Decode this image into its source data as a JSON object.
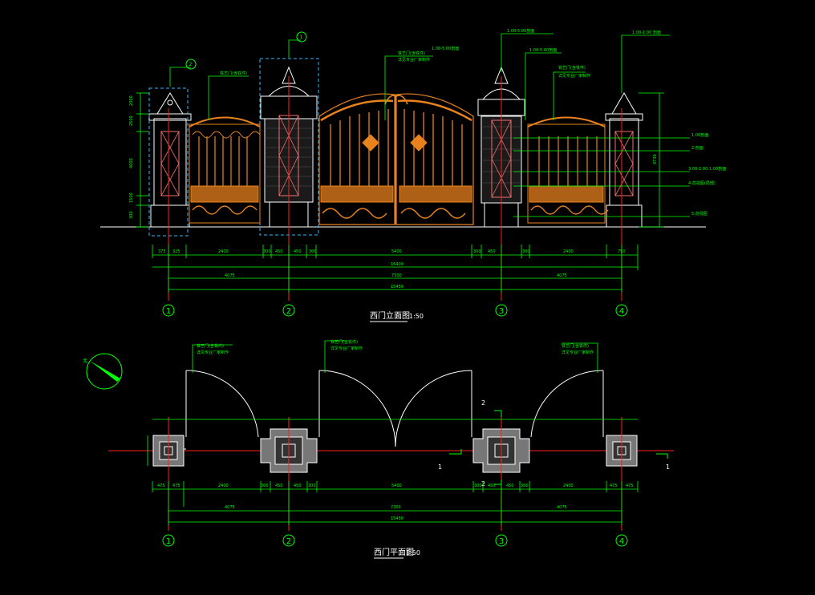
{
  "colors": {
    "background": "#000000",
    "dimension": "#00ff00",
    "axis": "#ff2020",
    "outline": "#ffffff",
    "ironwork": "#e8821e",
    "selection": "#35b6ff"
  },
  "elevation": {
    "title": "西门立面图",
    "scale": "1:50",
    "dims_row1": [
      "375",
      "325",
      "2400",
      "300",
      "450",
      "450",
      "300",
      "5400",
      "300",
      "450",
      "300",
      "2400",
      "750"
    ],
    "dims_row2": [
      "16400"
    ],
    "dims_row3": [
      "4075",
      "7300",
      "4075"
    ],
    "dims_row4": [
      "15450"
    ],
    "annotations_right": [
      "1:00剖面",
      "2:剖面",
      "3:00-1:00-1:00剖面",
      "4:前视图(局部)",
      "5:前视图"
    ],
    "height_dims": [
      "2000",
      "4000",
      "2500",
      "1500",
      "300"
    ],
    "height_right": "4730",
    "callout_right1": "1:00-5:00剖面",
    "callout_right2": "1:00-1:00 剖面",
    "leader_notes": [
      "铁艺门(含铁件)",
      "详见专业厂家制作",
      "1:00-5:00剖面"
    ],
    "detail_bubbles": [
      "1",
      "2"
    ]
  },
  "plan": {
    "title": "西门平面图",
    "scale": "1:50",
    "dims_row1": [
      "475",
      "475",
      "2400",
      "300",
      "450",
      "450",
      "300",
      "5400",
      "300",
      "450",
      "450",
      "300",
      "2400",
      "475",
      "475"
    ],
    "dims_row2": [
      "4075",
      "7300",
      "4075"
    ],
    "dims_row3": [
      "15450"
    ],
    "leader_notes": [
      "铁艺门(含铁件)",
      "详见专业厂家制作"
    ],
    "section_marks": [
      "1",
      "1",
      "2",
      "2"
    ],
    "north_label": "北"
  },
  "axes": [
    "1",
    "2",
    "3",
    "4"
  ]
}
